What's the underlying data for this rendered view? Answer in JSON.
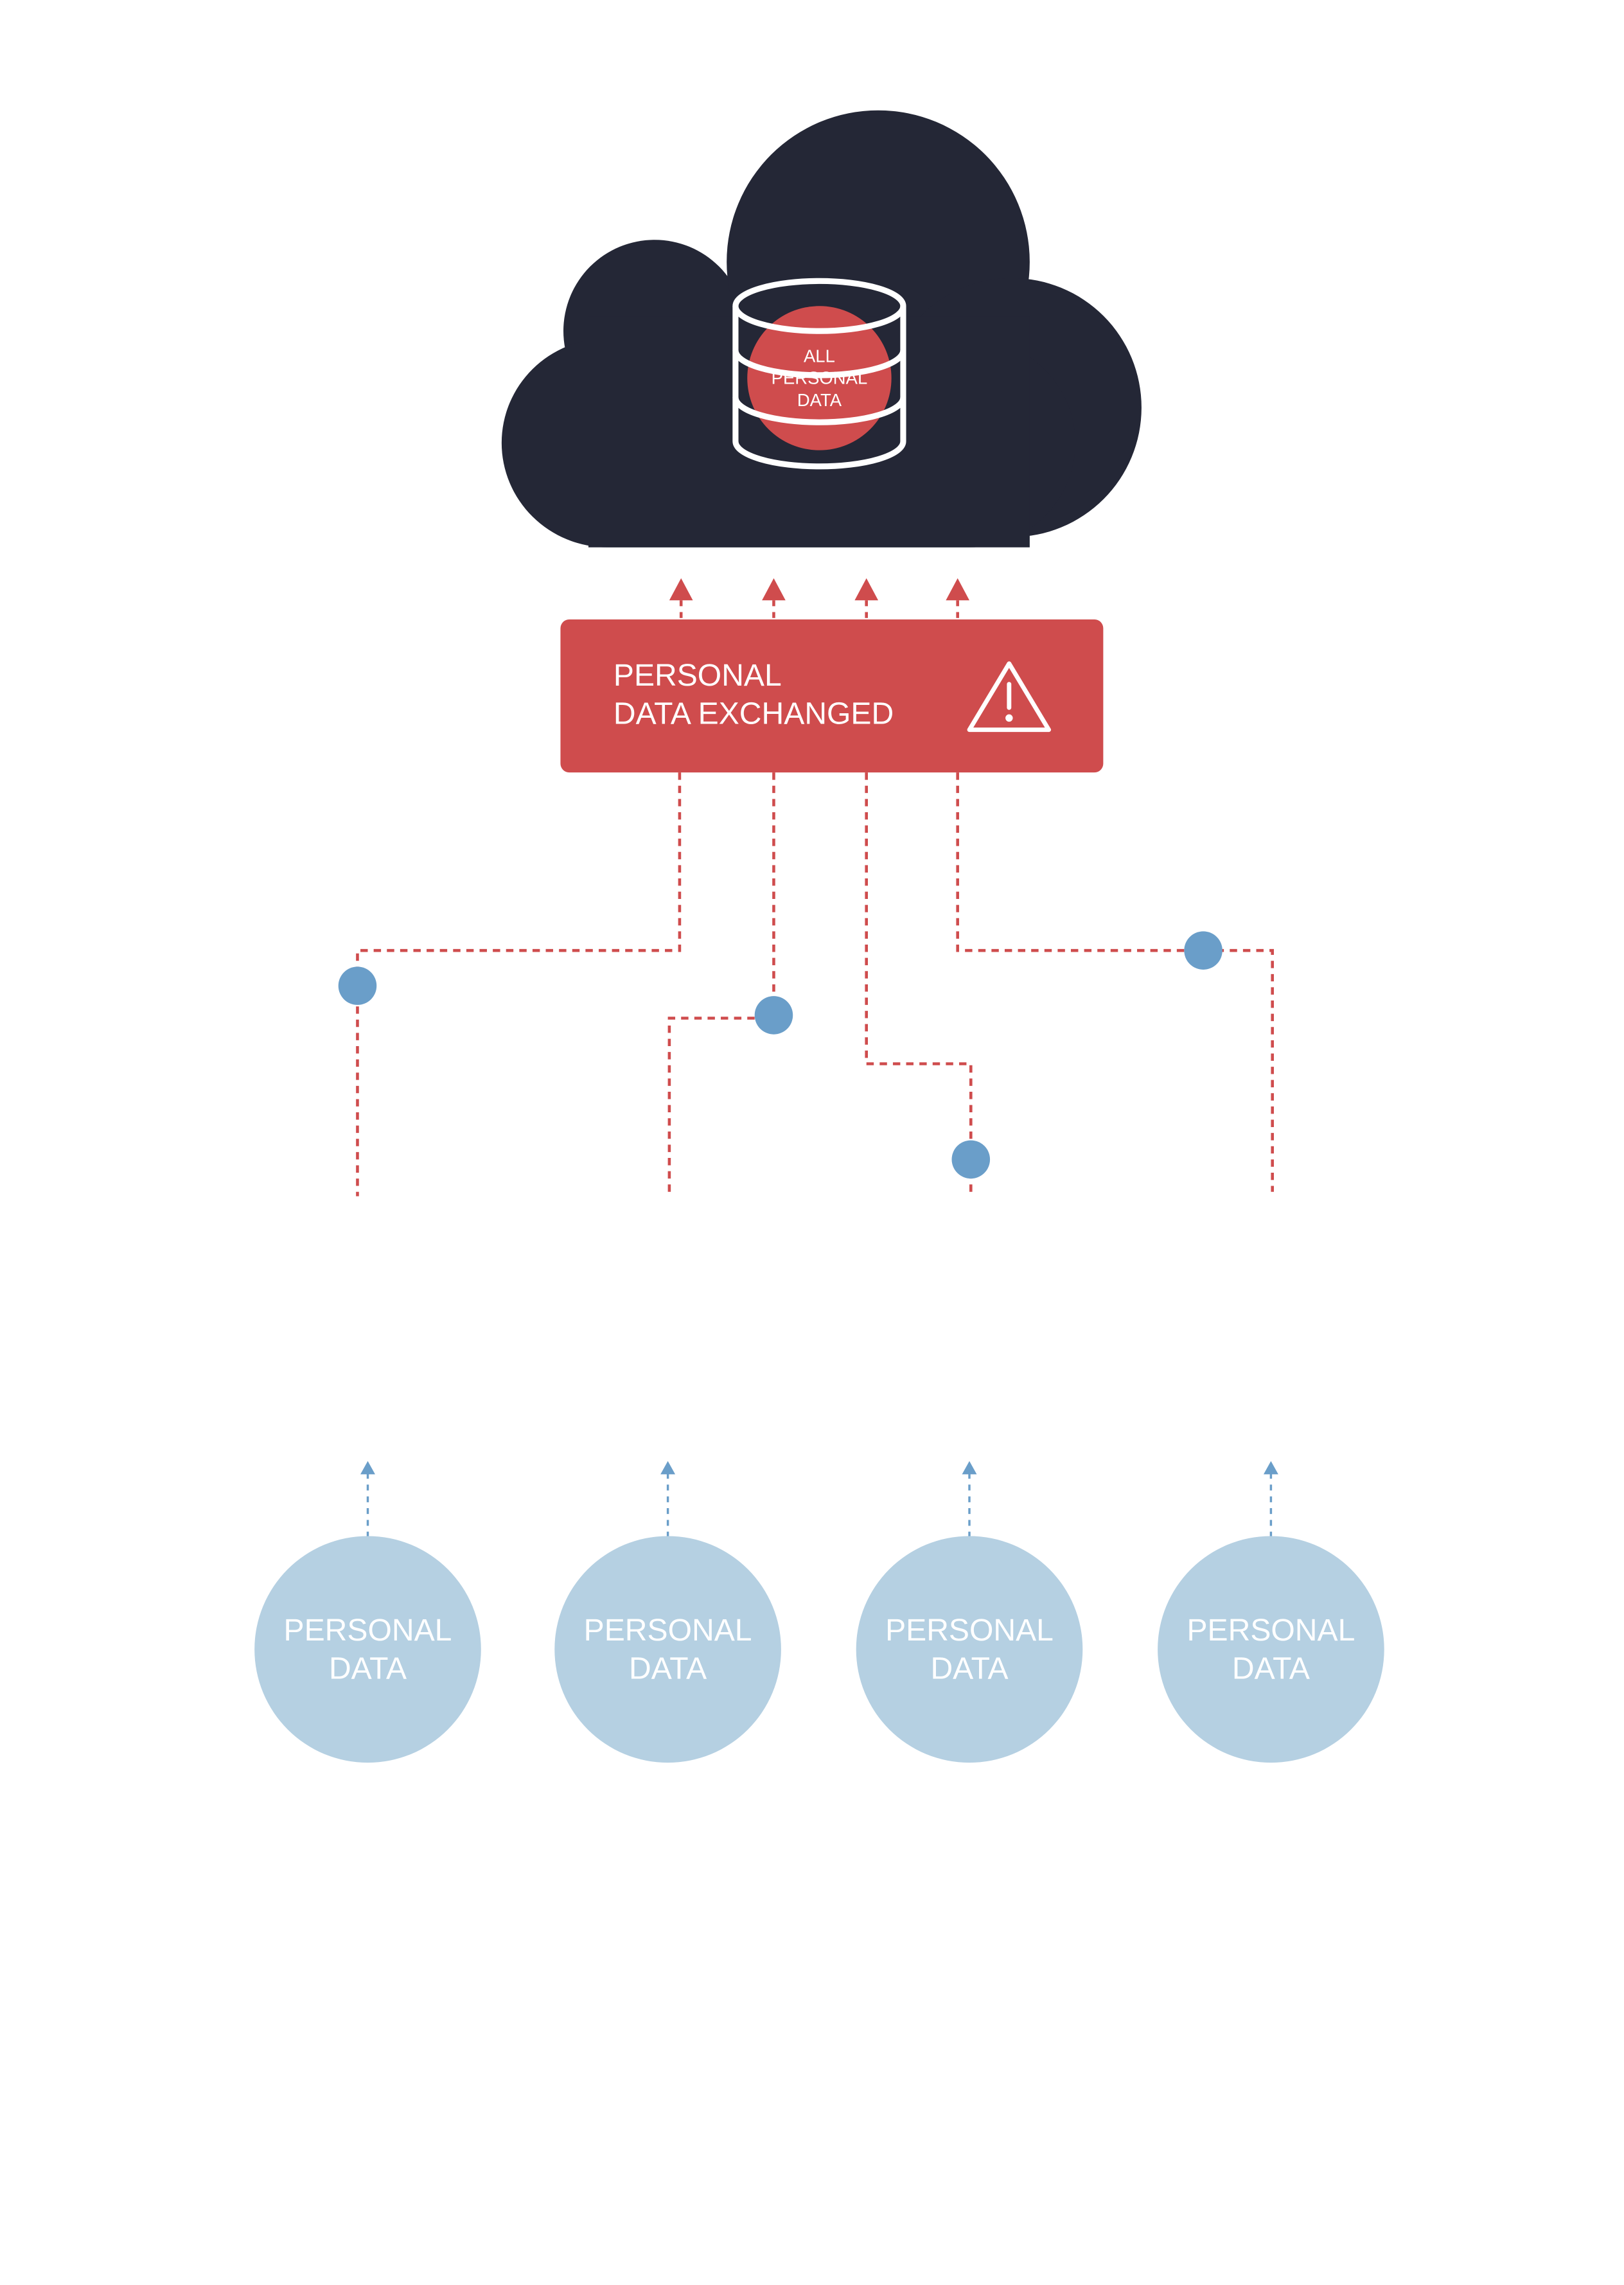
{
  "cloud": {
    "db_label_line1": "ALL",
    "db_label_line2": "PERSONAL",
    "db_label_line3": "DATA"
  },
  "exchange_box": {
    "line1": "PERSONAL",
    "line2": "DATA EXCHANGED",
    "icon": "warning-icon"
  },
  "sources": [
    {
      "line1": "PERSONAL",
      "line2": "DATA"
    },
    {
      "line1": "PERSONAL",
      "line2": "DATA"
    },
    {
      "line1": "PERSONAL",
      "line2": "DATA"
    },
    {
      "line1": "PERSONAL",
      "line2": "DATA"
    }
  ],
  "colors": {
    "cloud": "#242736",
    "alert_red": "#cf4c4d",
    "node_blue": "#6a9ec9",
    "source_circle": "#b5d0e2",
    "source_arrow": "#6a9ec9",
    "white": "#ffffff"
  }
}
